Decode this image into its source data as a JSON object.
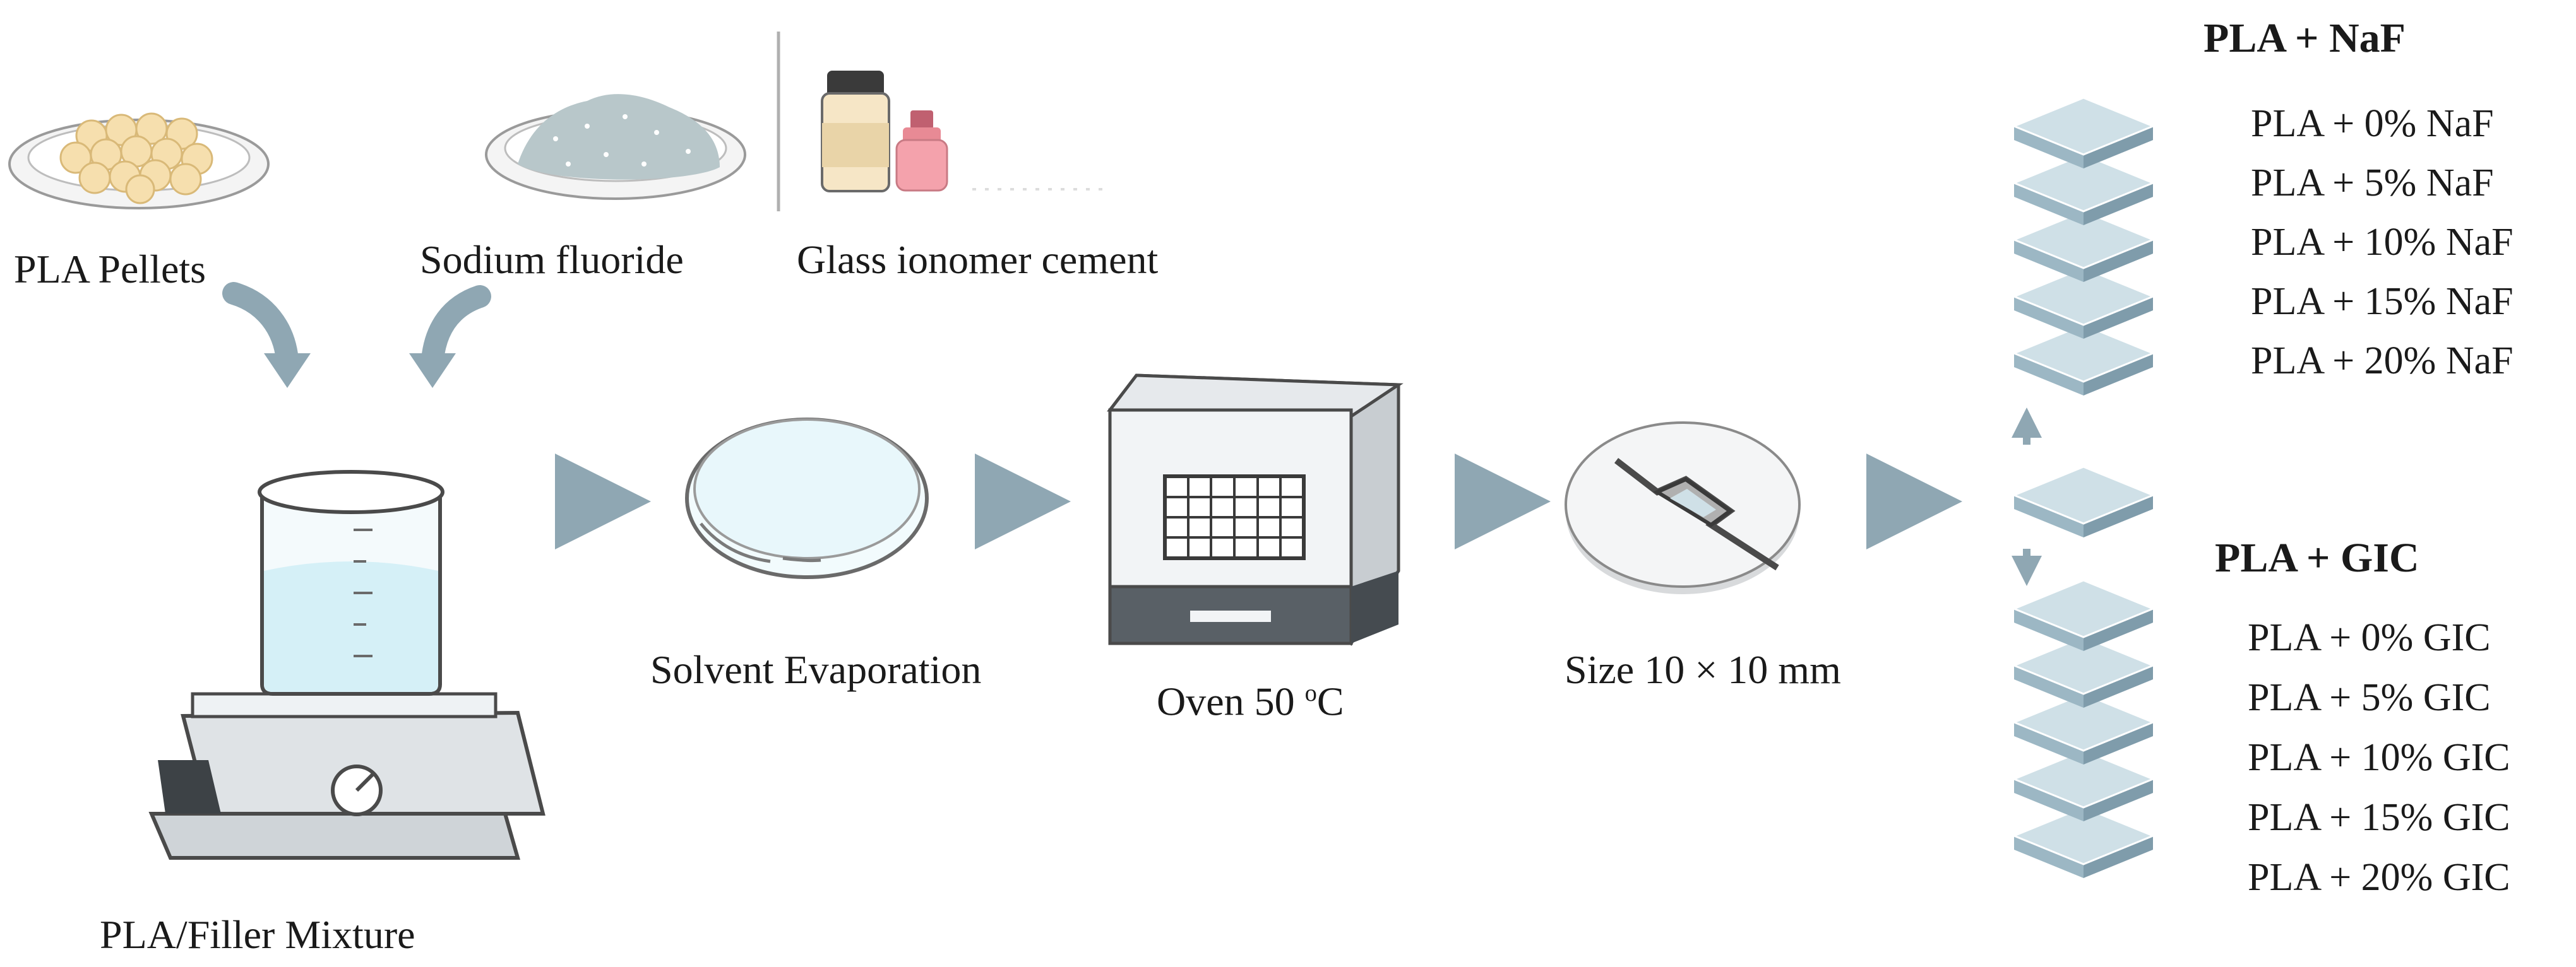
{
  "inputs": {
    "pla_pellets": "PLA Pellets",
    "sodium_fluoride": "Sodium fluoride",
    "glass_ionomer": "Glass ionomer cement"
  },
  "steps": {
    "mixture": "PLA/Filler Mixture",
    "evaporation": "Solvent Evaporation",
    "oven_text": "Oven 50 ",
    "oven_sup": "o",
    "oven_unit": "C",
    "size": "Size 10 × 10 mm"
  },
  "groups": {
    "naf": {
      "title": "PLA + NaF",
      "items": [
        "PLA + 0% NaF",
        "PLA + 5% NaF",
        "PLA + 10% NaF",
        "PLA + 15% NaF",
        "PLA + 20% NaF"
      ]
    },
    "gic": {
      "title": "PLA + GIC",
      "items": [
        "PLA + 0% GIC",
        "PLA + 5% GIC",
        "PLA + 10% GIC",
        "PLA + 15% GIC",
        "PLA + 20% GIC"
      ]
    }
  },
  "colors": {
    "arrow": "#8fa7b3",
    "plate": "#cfe0e7",
    "plate_side": "#9cb7c4",
    "outline": "#4a4a4a",
    "liquid": "#d5f0f7",
    "pellet": "#f6dfae",
    "powder": "#b8c7ca",
    "oven_dark": "#596066"
  }
}
